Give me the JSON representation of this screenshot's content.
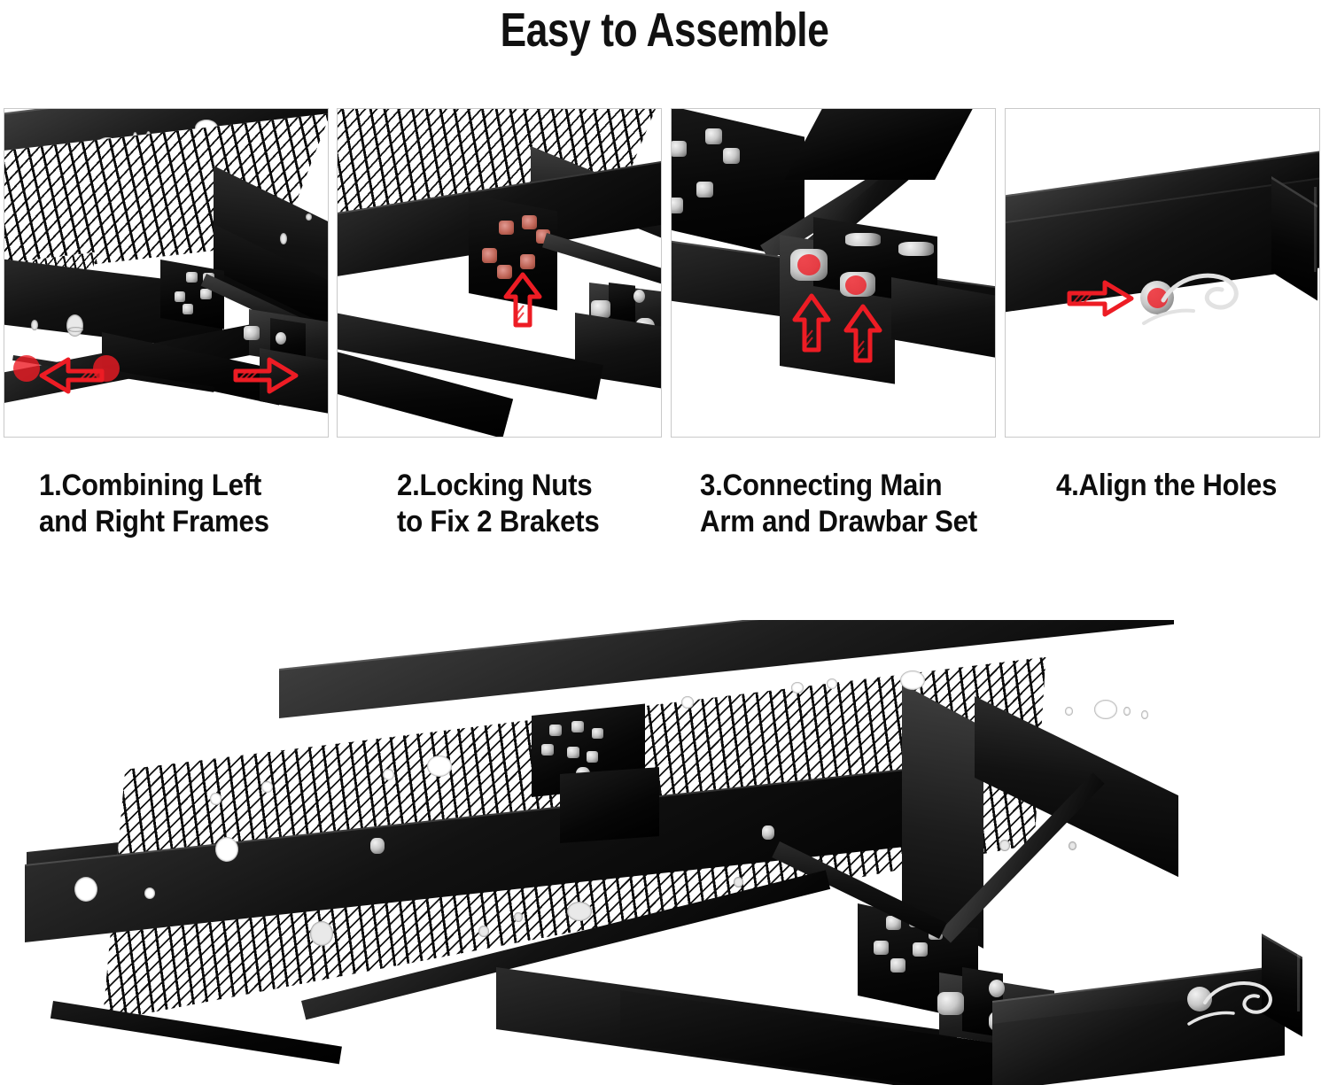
{
  "header": {
    "title": "Easy to Assemble"
  },
  "steps": [
    {
      "number": "1",
      "caption": "1.Combining Left\nand Right Frames",
      "image_alt": "cargo carrier basket corner with left and right frame halves joined by bolted bracket",
      "markers": [
        "red-arrow-right",
        "red-dot",
        "red-arrow-left",
        "red-dot"
      ]
    },
    {
      "number": "2",
      "caption": "2.Locking Nuts\nto Fix 2 Brakets",
      "image_alt": "bracket plate fastened with six locking nuts under the mesh basket",
      "markers": [
        "red-arrow-up"
      ]
    },
    {
      "number": "3",
      "caption": "3.Connecting  Main\nArm and Drawbar Set",
      "image_alt": "main arm joined to drawbar set with two hex bolts",
      "markers": [
        "red-dot",
        "red-dot",
        "red-arrow-up",
        "red-arrow-up"
      ]
    },
    {
      "number": "4",
      "caption": "4.Align the Holes",
      "image_alt": "square hitch shank with hitch pin and R-clip inserted through aligned holes",
      "markers": [
        "red-arrow-right",
        "red-dot"
      ]
    }
  ],
  "hero": {
    "image_alt": "assembled black steel hitch mount cargo carrier with expanded metal mesh floor, angled support arms, drawbar and hitch shank with pin and R-clip"
  },
  "colors": {
    "background": "#ffffff",
    "title_text": "#111111",
    "caption_text": "#0d0d0d",
    "panel_border": "#c9c9c9",
    "annotation_red": "#ed1c24",
    "steel_black": "#121212"
  }
}
